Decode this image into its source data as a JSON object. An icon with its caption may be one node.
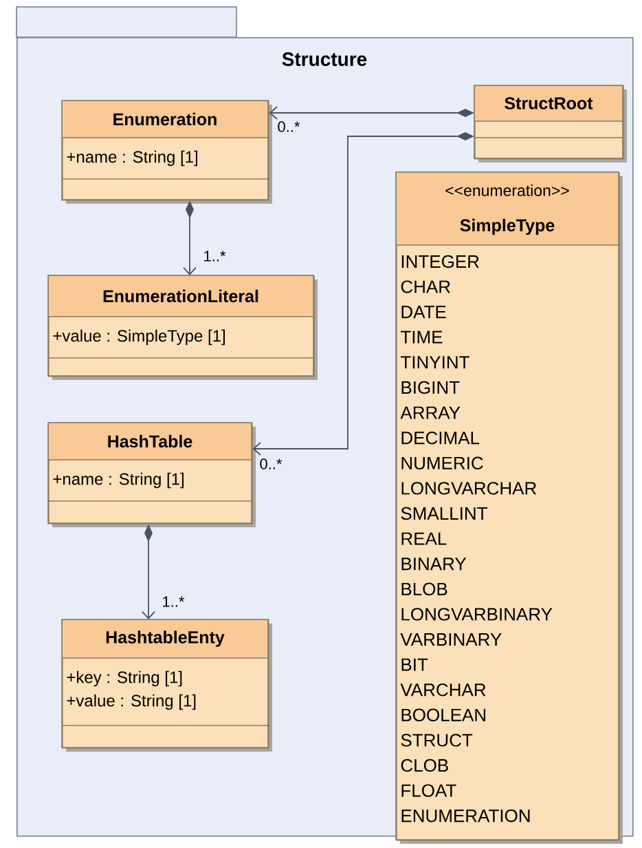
{
  "diagram": {
    "nodes": [
      {
        "text": [
          "Structure"
        ]
      },
      {
        "text": [
          "Enumeration",
          "+name : String [1]"
        ],
        "in": 0
      },
      {
        "text": [
          "StructRoot"
        ],
        "in": 0
      },
      {
        "text": [
          "<<enumeration>>",
          "SimpleType",
          "INTEGER",
          "CHAR",
          "DATE",
          "TIME",
          "TINYINT",
          "BIGINT",
          "ARRAY",
          "DECIMAL",
          "NUMERIC",
          "LONGVARCHAR",
          "SMALLINT",
          "REAL",
          "BINARY",
          "BLOB",
          "LONGVARBINARY",
          "VARBINARY",
          "BIT",
          "VARCHAR",
          "BOOLEAN",
          "STRUCT",
          "CLOB",
          "FLOAT",
          "ENUMERATION"
        ],
        "in": 0
      },
      {
        "text": [
          "EnumerationLiteral",
          "+value : SimpleType [1]"
        ],
        "in": 0
      },
      {
        "text": [
          "HashTable",
          "+name : String [1]"
        ],
        "in": 0
      },
      {
        "text": [
          "HashtableEnty",
          "+key : String [1]",
          "+value : String [1]"
        ],
        "in": 0
      }
    ],
    "edges": [
      {
        "from": 2,
        "to": 1,
        "arrow": "to",
        "label": "0..*"
      },
      {
        "from": 2,
        "to": 5,
        "arrow": "to",
        "label": "0..*"
      },
      {
        "from": 1,
        "to": 4,
        "arrow": "to",
        "label": "1..*"
      },
      {
        "from": 5,
        "to": 6,
        "arrow": "to",
        "label": "1..*"
      }
    ]
  }
}
